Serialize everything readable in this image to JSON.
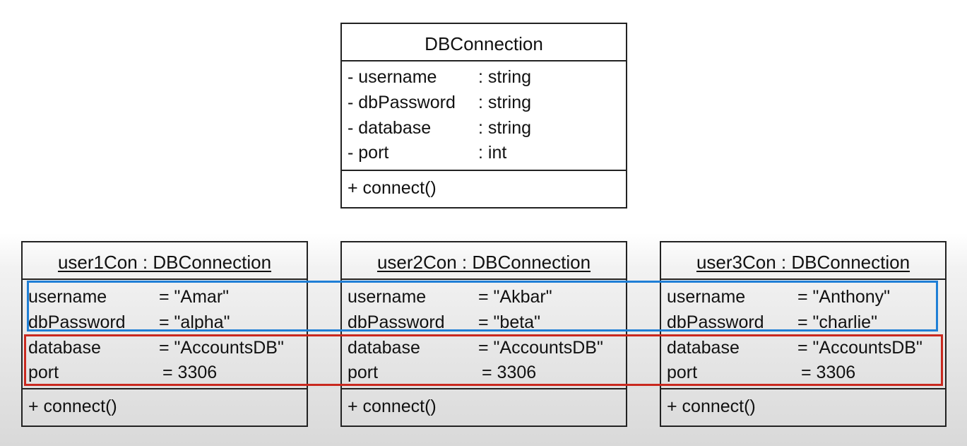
{
  "class_box": {
    "title": "DBConnection",
    "attributes": [
      {
        "name": "- username",
        "type": ": string"
      },
      {
        "name": "- dbPassword",
        "type": ": string"
      },
      {
        "name": "- database",
        "type": ": string"
      },
      {
        "name": "- port",
        "type": ": int"
      }
    ],
    "method": "+ connect()"
  },
  "objects": [
    {
      "title": "user1Con : DBConnection",
      "attributes": [
        {
          "name": "username",
          "value": "= \"Amar\""
        },
        {
          "name": "dbPassword",
          "value": "= \"alpha\""
        },
        {
          "name": "database",
          "value": "= \"AccountsDB\""
        },
        {
          "name": "port",
          "value": "= 3306"
        }
      ],
      "method": "+ connect()"
    },
    {
      "title": "user2Con : DBConnection",
      "attributes": [
        {
          "name": "username",
          "value": "= \"Akbar\""
        },
        {
          "name": "dbPassword",
          "value": "= \"beta\""
        },
        {
          "name": "database",
          "value": "= \"AccountsDB\""
        },
        {
          "name": "port",
          "value": "= 3306"
        }
      ],
      "method": "+ connect()"
    },
    {
      "title": "user3Con : DBConnection",
      "attributes": [
        {
          "name": "username",
          "value": "= \"Anthony\""
        },
        {
          "name": "dbPassword",
          "value": "= \"charlie\""
        },
        {
          "name": "database",
          "value": "= \"AccountsDB\""
        },
        {
          "name": "port",
          "value": "= 3306"
        }
      ],
      "method": "+ connect()"
    }
  ],
  "highlights": {
    "instance_color": "#1f7fd6",
    "shared_color": "#c9291f"
  }
}
